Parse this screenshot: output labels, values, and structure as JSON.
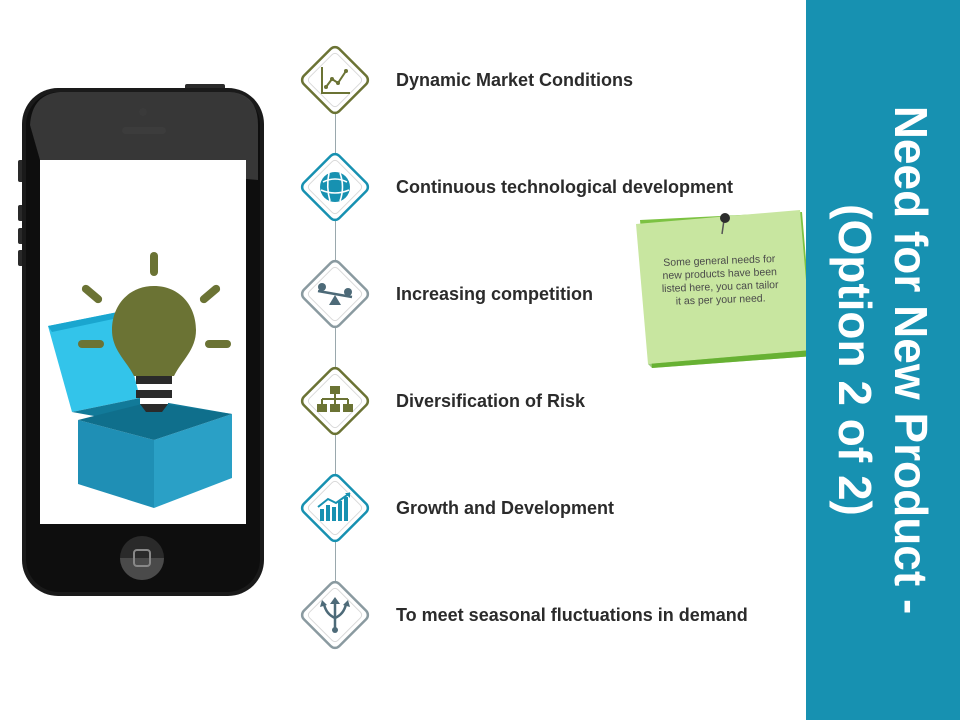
{
  "title": {
    "line1": "Need for New Product -",
    "line2": "(Option 2 of 2)"
  },
  "items": [
    {
      "label": "Dynamic Market Conditions",
      "icon": "line-chart-icon",
      "accent": "#6b7334"
    },
    {
      "label": "Continuous technological development",
      "icon": "globe-network-icon",
      "accent": "#1791b1"
    },
    {
      "label": "Increasing competition",
      "icon": "seesaw-balance-icon",
      "accent": "#8a9aa0"
    },
    {
      "label": "Diversification of Risk",
      "icon": "org-chart-icon",
      "accent": "#6b7334"
    },
    {
      "label": "Growth and Development",
      "icon": "growth-bars-icon",
      "accent": "#1791b1"
    },
    {
      "label": "To meet seasonal fluctuations in demand",
      "icon": "split-arrows-icon",
      "accent": "#8a9aa0"
    }
  ],
  "note": {
    "text": "Some general needs for new products have been listed here, you can tailor it as per your need."
  },
  "colors": {
    "band": "#1791b1",
    "olive": "#6b7334",
    "teal": "#1791b1",
    "grey": "#8a9aa0",
    "note_front": "#c8e6a0",
    "note_back": "#7cc242"
  }
}
